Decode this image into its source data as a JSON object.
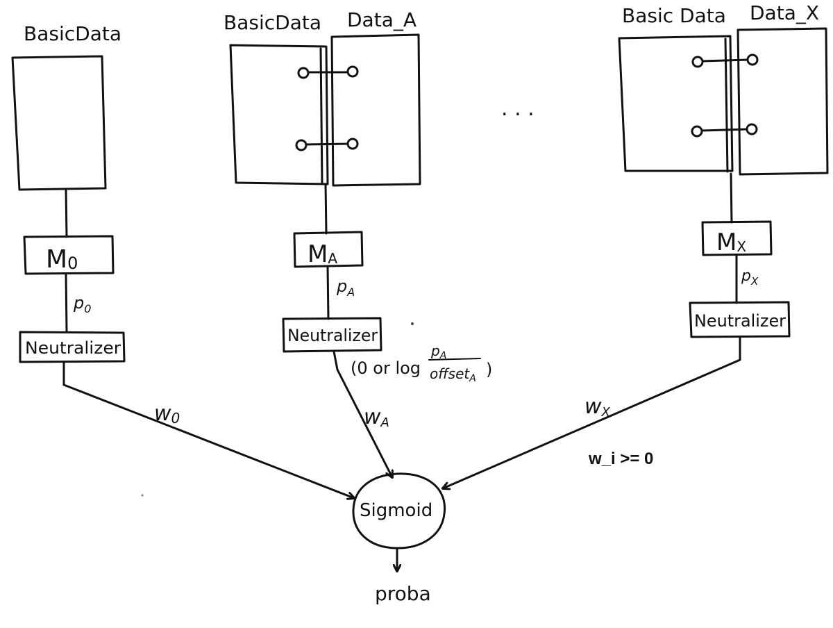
{
  "column_basic": {
    "title": "BasicData",
    "model": "M",
    "model_sub": "0",
    "prob": "p",
    "prob_sub": "0",
    "neutralizer": "Neutralizer",
    "weight": "w",
    "weight_sub": "0"
  },
  "column_a": {
    "title_left": "BasicData",
    "title_right": "Data_A",
    "model": "M",
    "model_sub": "A",
    "prob": "p",
    "prob_sub": "A",
    "neutralizer": "Neutralizer",
    "formula_open": "(0 or log",
    "formula_num": "p",
    "formula_num_sub": "A",
    "formula_den": "offset",
    "formula_den_sub": "A",
    "formula_close": ")",
    "weight": "w",
    "weight_sub": "A"
  },
  "ellipsis": ". . .",
  "column_x": {
    "title_left": "Basic Data",
    "title_right": "Data_X",
    "model": "M",
    "model_sub": "X",
    "prob": "p",
    "prob_sub": "X",
    "neutralizer": "Neutralizer",
    "weight": "w",
    "weight_sub": "X"
  },
  "constraint": "w_i >= 0",
  "sigmoid": "Sigmoid",
  "output": "proba"
}
